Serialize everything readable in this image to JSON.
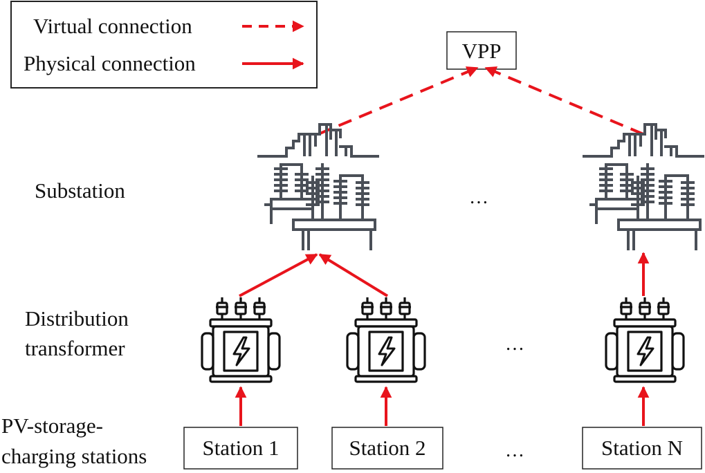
{
  "legend": {
    "virtual_label": "Virtual connection",
    "physical_label": "Physical connection"
  },
  "vpp_label": "VPP",
  "row_labels": {
    "substation": "Substation",
    "transformer_line1": "Distribution",
    "transformer_line2": "transformer",
    "stations_line1": "PV-storage-",
    "stations_line2": "charging stations"
  },
  "stations": [
    "Station 1",
    "Station 2",
    "Station N"
  ],
  "ellipsis": "…",
  "colors": {
    "connection": "#e8141c",
    "icon": "#4a4f57",
    "text": "#111111",
    "border": "#222222"
  },
  "icons": {
    "substation": "substation-icon",
    "transformer": "transformer-icon",
    "bolt": "lightning-bolt-icon"
  }
}
